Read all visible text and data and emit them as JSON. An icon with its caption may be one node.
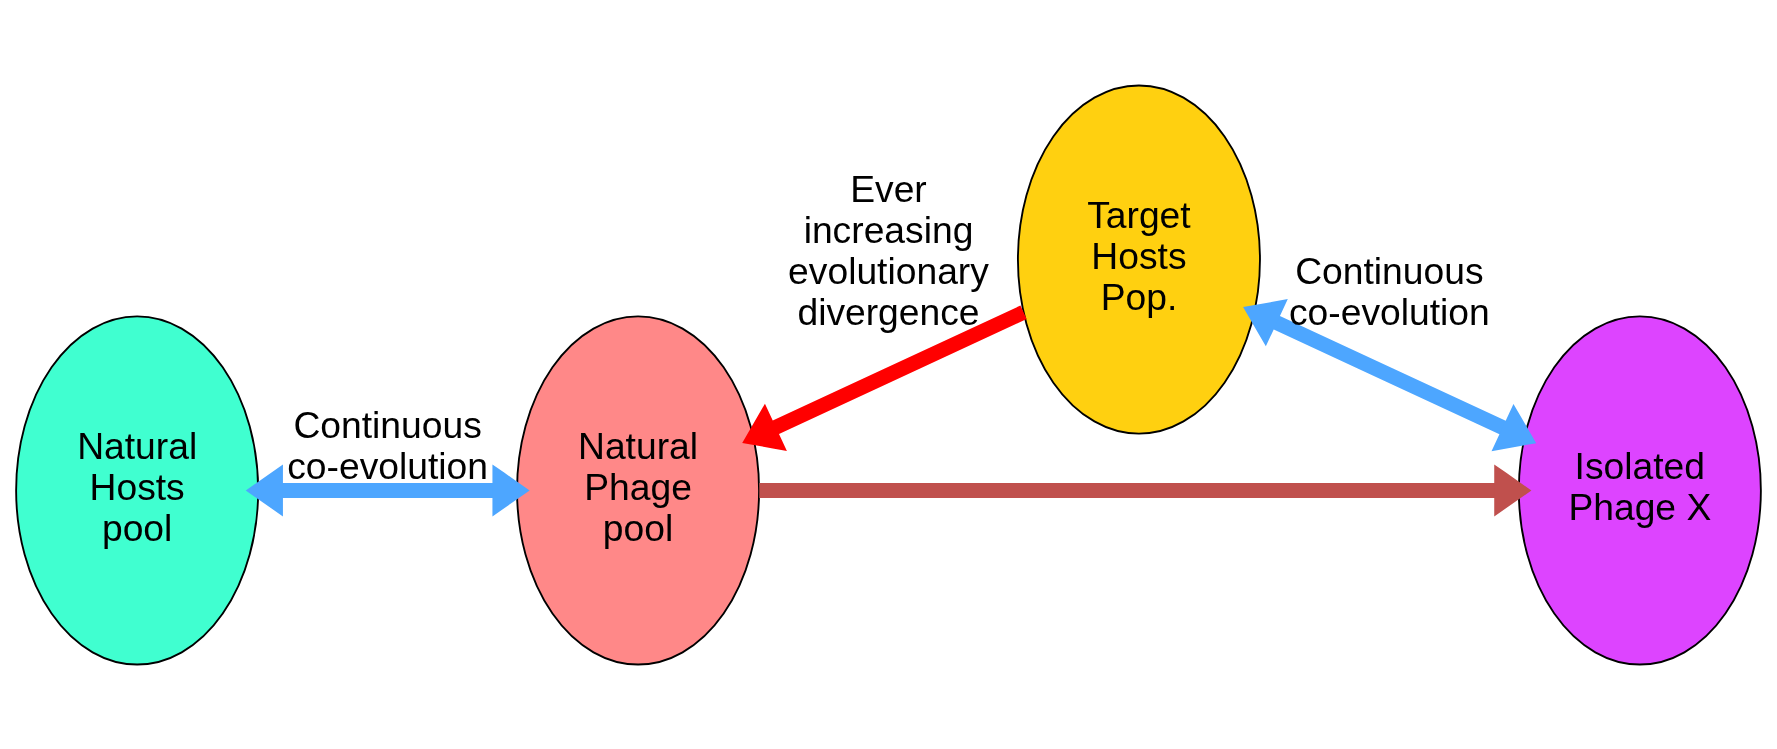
{
  "diagram": {
    "nodes": [
      {
        "text": [
          "Natural Hosts pool"
        ]
      },
      {
        "text": [
          "Natural Phage pool"
        ]
      },
      {
        "text": [
          "Target Hosts Pop."
        ]
      },
      {
        "text": [
          "Isolated Phage X"
        ]
      }
    ],
    "edges": [
      {
        "from": 0,
        "to": 1,
        "arrow": "both",
        "label": "Continuous co-evolution",
        "color": "#4da6ff"
      },
      {
        "from": 2,
        "to": 1,
        "arrow": "to",
        "label": "Ever increasing evolutionary divergence",
        "color": "#ff0000"
      },
      {
        "from": 1,
        "to": 3,
        "arrow": "to",
        "color": "#c0504d"
      },
      {
        "from": 2,
        "to": 3,
        "arrow": "both",
        "label": "Continuous co-evolution",
        "color": "#4da6ff"
      }
    ]
  }
}
